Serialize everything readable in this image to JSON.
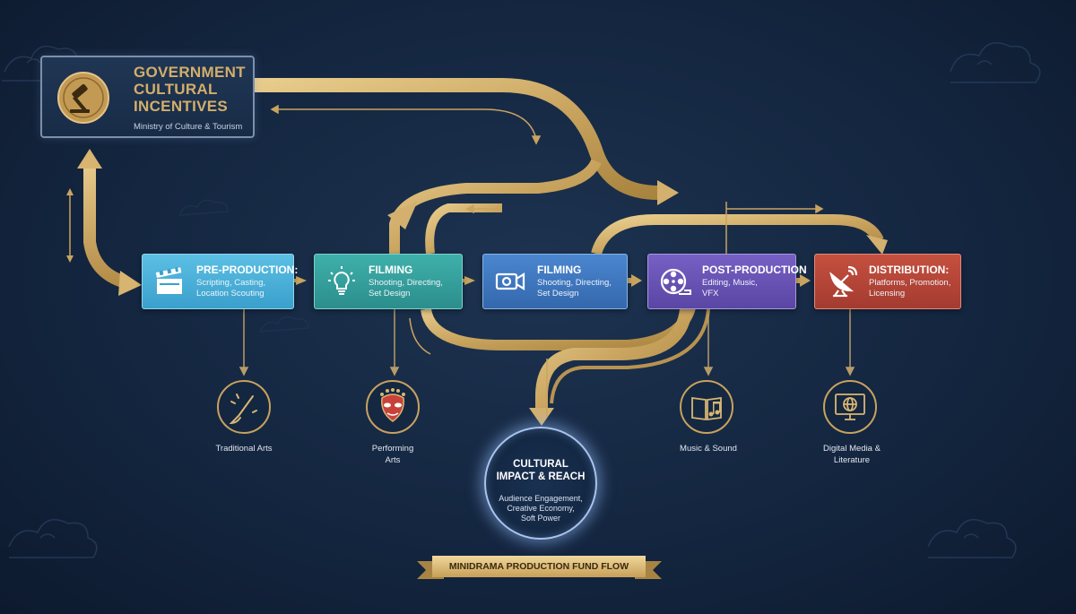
{
  "colors": {
    "gold": "#c9a45f",
    "gold_light": "#e6c98a",
    "background": "#142640",
    "pre_production": "#4fb3d9",
    "filming_1": "#3aa3a0",
    "filming_2": "#3d78c2",
    "post_production": "#6a54b6",
    "distribution": "#b5483c"
  },
  "government": {
    "title_lines": [
      "GOVERNMENT",
      "CULTURAL",
      "INCENTIVES"
    ],
    "subtitle": "Ministry of Culture & Tourism",
    "icon": "gavel-icon"
  },
  "stages": [
    {
      "title": "PRE-PRODUCTION:",
      "desc_lines": [
        "Scripting, Casting,",
        "Location Scouting"
      ],
      "icon": "clapperboard-icon"
    },
    {
      "title": "FILMING",
      "desc_lines": [
        "Shooting, Directing,",
        "Set Design"
      ],
      "icon": "lightbulb-icon"
    },
    {
      "title": "FILMING",
      "desc_lines": [
        "Shooting, Directing,",
        "Set Design"
      ],
      "icon": "camera-icon"
    },
    {
      "title": "POST-PRODUCTION",
      "desc_lines": [
        "Editing, Music,",
        "VFX"
      ],
      "icon": "film-reel-icon"
    },
    {
      "title": "DISTRIBUTION:",
      "desc_lines": [
        "Platforms, Promotion,",
        "Licensing"
      ],
      "icon": "satellite-dish-icon"
    }
  ],
  "categories": [
    {
      "label_lines": [
        "Traditional Arts"
      ],
      "icon": "brush-icon"
    },
    {
      "label_lines": [
        "Performing",
        "Arts"
      ],
      "icon": "opera-mask-icon"
    },
    {
      "label_lines": [
        "Music & Sound"
      ],
      "icon": "music-book-icon"
    },
    {
      "label_lines": [
        "Digital Media &",
        "Literature"
      ],
      "icon": "monitor-globe-icon"
    }
  ],
  "impact": {
    "title_lines": [
      "CULTURAL",
      "IMPACT & REACH"
    ],
    "desc_lines": [
      "Audience Engagement,",
      "Creative Economy,",
      "Soft Power"
    ]
  },
  "banner": {
    "text": "MINIDRAMA PRODUCTION FUND FLOW"
  }
}
